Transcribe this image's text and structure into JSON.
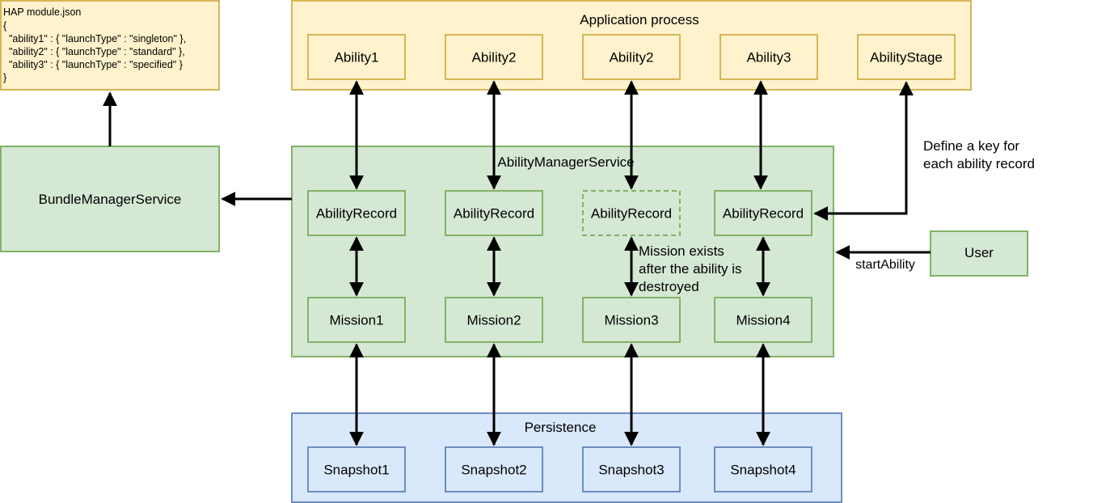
{
  "colors": {
    "yellow_fill": "#fff2cc",
    "yellow_stroke": "#d6b656",
    "green_fill": "#d5e8d4",
    "green_stroke": "#82b366",
    "blue_fill": "#dae8fc",
    "blue_stroke": "#6c8ebf"
  },
  "module_json": {
    "title": "HAP module.json",
    "lines": [
      "{",
      "  \"ability1\" : { \"launchType\" : \"singleton\" },",
      "  \"ability2\" : { \"launchType\" : \"standard\" },",
      "  \"ability3\" : { \"launchType\" : \"specified\" }",
      "}"
    ]
  },
  "app_process": {
    "title": "Application process",
    "items": [
      "Ability1",
      "Ability2",
      "Ability2",
      "Ability3",
      "AbilityStage"
    ]
  },
  "ams": {
    "title": "AbilityManagerService",
    "records": [
      "AbilityRecord",
      "AbilityRecord",
      "AbilityRecord",
      "AbilityRecord"
    ],
    "missions": [
      "Mission1",
      "Mission2",
      "Mission3",
      "Mission4"
    ]
  },
  "bms": {
    "title": "BundleManagerService"
  },
  "persistence": {
    "title": "Persistence",
    "snapshots": [
      "Snapshot1",
      "Snapshot2",
      "Snapshot3",
      "Snapshot4"
    ]
  },
  "user": {
    "label": "User",
    "edge_label": "startAbility"
  },
  "annotations": {
    "key_note": [
      "Define a key for",
      "each ability record"
    ],
    "mission_note": [
      "Mission exists",
      "after the ability is",
      "destroyed"
    ]
  }
}
